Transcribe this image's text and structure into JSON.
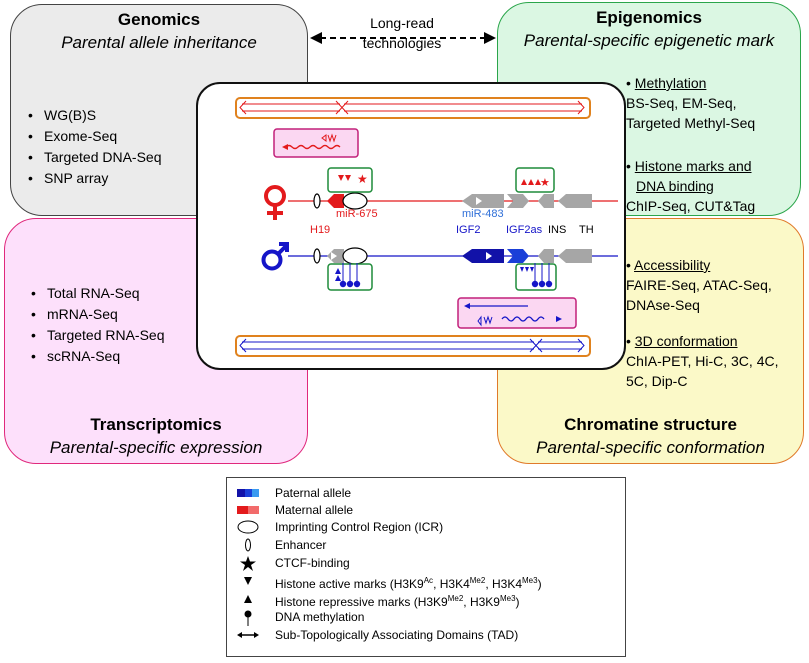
{
  "genomics": {
    "title": "Genomics",
    "subtitle": "Parental allele inheritance",
    "items": [
      "WG(B)S",
      "Exome-Seq",
      "Targeted DNA-Seq",
      "SNP array"
    ]
  },
  "epigenomics": {
    "title": "Epigenomics",
    "subtitle": "Parental-specific epigenetic mark",
    "methylation_heading": "Methylation",
    "methylation_methods": [
      "BS-Seq, EM-Seq,",
      "Targeted Methyl-Seq"
    ],
    "histone_heading_1": "Histone marks and",
    "histone_heading_2": "DNA binding",
    "histone_methods": "ChIP-Seq, CUT&Tag"
  },
  "transcriptomics": {
    "title": "Transcriptomics",
    "subtitle": "Parental-specific expression",
    "items": [
      "Total RNA-Seq",
      "mRNA-Seq",
      "Targeted RNA-Seq",
      "scRNA-Seq"
    ]
  },
  "chromatin": {
    "title": "Chromatine structure",
    "subtitle": "Parental-specific conformation",
    "accessibility_heading": "Accessibility",
    "accessibility_methods": [
      "FAIRE-Seq, ATAC-Seq,",
      "DNAse-Seq"
    ],
    "conformation_heading": "3D conformation",
    "conformation_methods": [
      "ChIA-PET, Hi-C, 3C, 4C,",
      "5C, Dip-C"
    ]
  },
  "long_read": {
    "line1": "Long-read",
    "line2": "technologies"
  },
  "diagram": {
    "maternal_labels": {
      "mir": "miR-675",
      "gene": "H19"
    },
    "paternal_labels": {
      "mir": "miR-483",
      "igf2": "IGF2",
      "igf2as": "IGF2as",
      "ins": "INS",
      "th": "TH"
    }
  },
  "legend": {
    "paternal": "Paternal allele",
    "maternal": "Maternal allele",
    "icr": "Imprinting Control Region (ICR)",
    "enhancer": "Enhancer",
    "ctcf": "CTCF-binding",
    "active_pre": "Histone active marks (H3K9",
    "active_s1": "Ac",
    "active_mid1": ", H3K4",
    "active_s2": "Me2",
    "active_mid2": ", H3K4",
    "active_s3": "Me3",
    "active_post": ")",
    "repressive_pre": "Histone repressive marks (H3K9",
    "repressive_s1": "Me2",
    "repressive_mid": ", H3K9",
    "repressive_s2": "Me3",
    "repressive_post": ")",
    "dna_methylation": "DNA methylation",
    "tad": "Sub-Topologically Associating Domains (TAD)"
  },
  "colors": {
    "paternal_blue": "#1515c8",
    "maternal_red": "#e31a1c",
    "gray_gene": "#a6a6a6",
    "genomics_bg": "#ebebeb",
    "epigenomics_bg": "#dbf7e3",
    "transcriptomics_bg": "#fde0fb",
    "chromatin_bg": "#fbf9c8"
  }
}
